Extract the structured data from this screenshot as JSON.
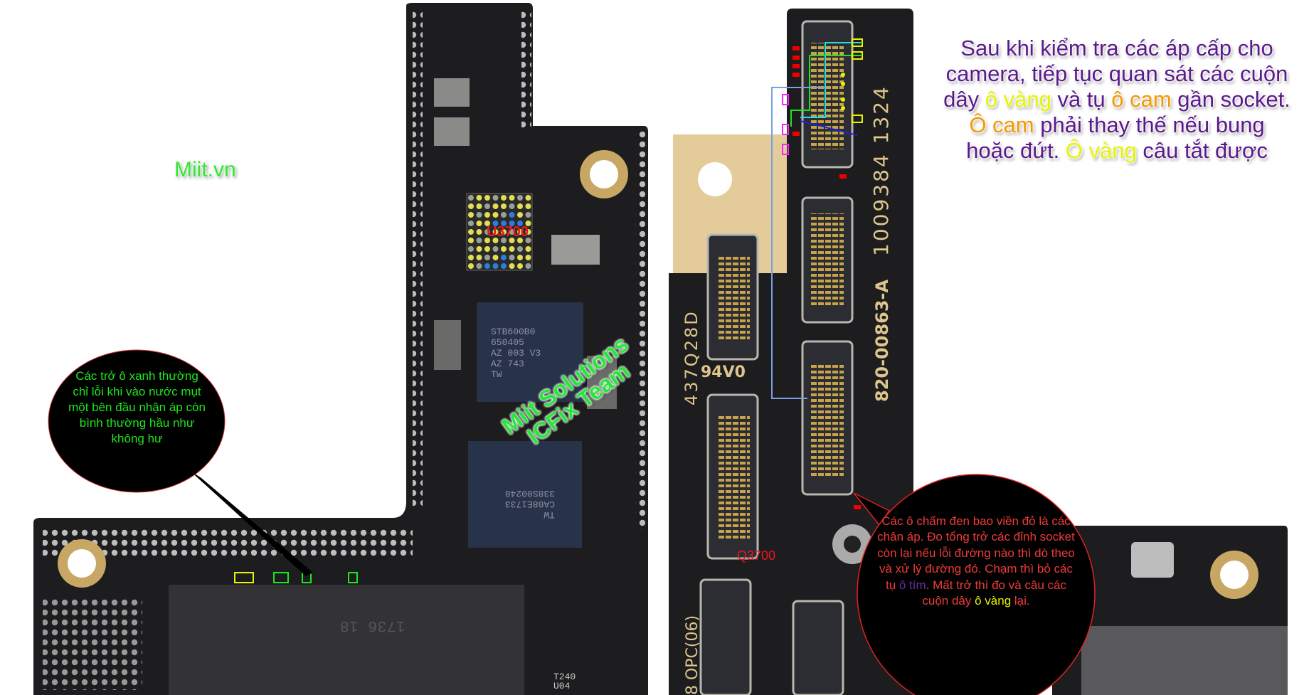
{
  "watermark_site": "Miit.vn",
  "watermark_team": {
    "line1": "Miit Solutions",
    "line2": "ICFix Team"
  },
  "instruction_top": {
    "s1": "Sau khi kiểm tra các áp cấp cho camera, tiếp tục quan sát các cuộn dây ",
    "s2": "ô vàng",
    "s3": " và tụ ",
    "s4": "ô cam",
    "s5": " gần socket. ",
    "s6": "Ô cam",
    "s7": " phải thay thế nếu bung hoặc đứt. ",
    "s8": "Ô vàng",
    "s9": " câu tắt được"
  },
  "bubble_green": "Các trở ô xanh thường chỉ lỗi khi vào nước mụt một bên đầu nhận áp còn bình thường hầu như không hư",
  "bubble_red": {
    "s1": "Các ô chấm đen bao viền đỏ là các chân áp. Đo tổng trở các đỉnh socket còn lại nếu lỗi đường nào thì dò theo và xử lý đường đó. Chạm thì bỏ các tụ ",
    "s2": "ô tím",
    "s3": ". Mất trở thì đo và câu các cuộn dây ",
    "s4": "ô vàng",
    "s5": " lại."
  },
  "board_labels": {
    "u3700": "U3700",
    "q3700": "Q3700",
    "serial": "1009384 1324",
    "part": "820-00863-A",
    "code1": "437Q28D",
    "ul": "94V0",
    "code2": "8 OPC(06)",
    "chip1": [
      "STB600B0",
      "650405",
      "AZ 003 V3",
      "AZ 743",
      "TW"
    ],
    "chip2": [
      "TW",
      "CA08E1733",
      "338S00248"
    ],
    "nand": "1736 18",
    "small": [
      "T240",
      "U04"
    ]
  },
  "colors": {
    "board": "#1d1c1e",
    "purple": "#5a1a8c",
    "yellow": "#e6f400",
    "orange": "#f49a00",
    "green": "#1ee61e",
    "red": "#f03a3a"
  }
}
